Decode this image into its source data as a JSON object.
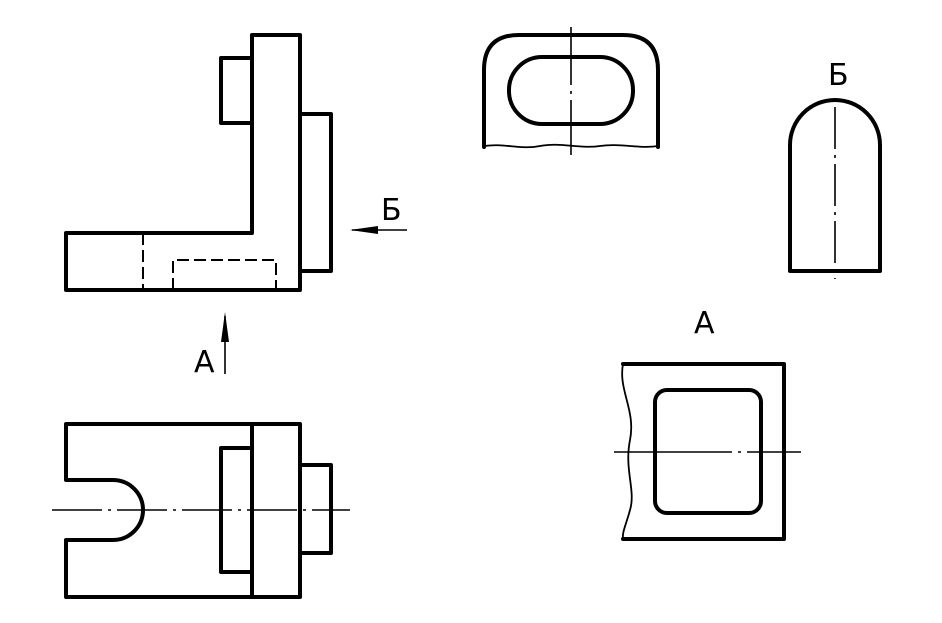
{
  "labels": {
    "view_b_arrow": "Б",
    "view_a_arrow": "А",
    "view_b_title": "Б",
    "view_a_title": "А"
  },
  "colors": {
    "line": "#000000",
    "background": "#ffffff"
  }
}
